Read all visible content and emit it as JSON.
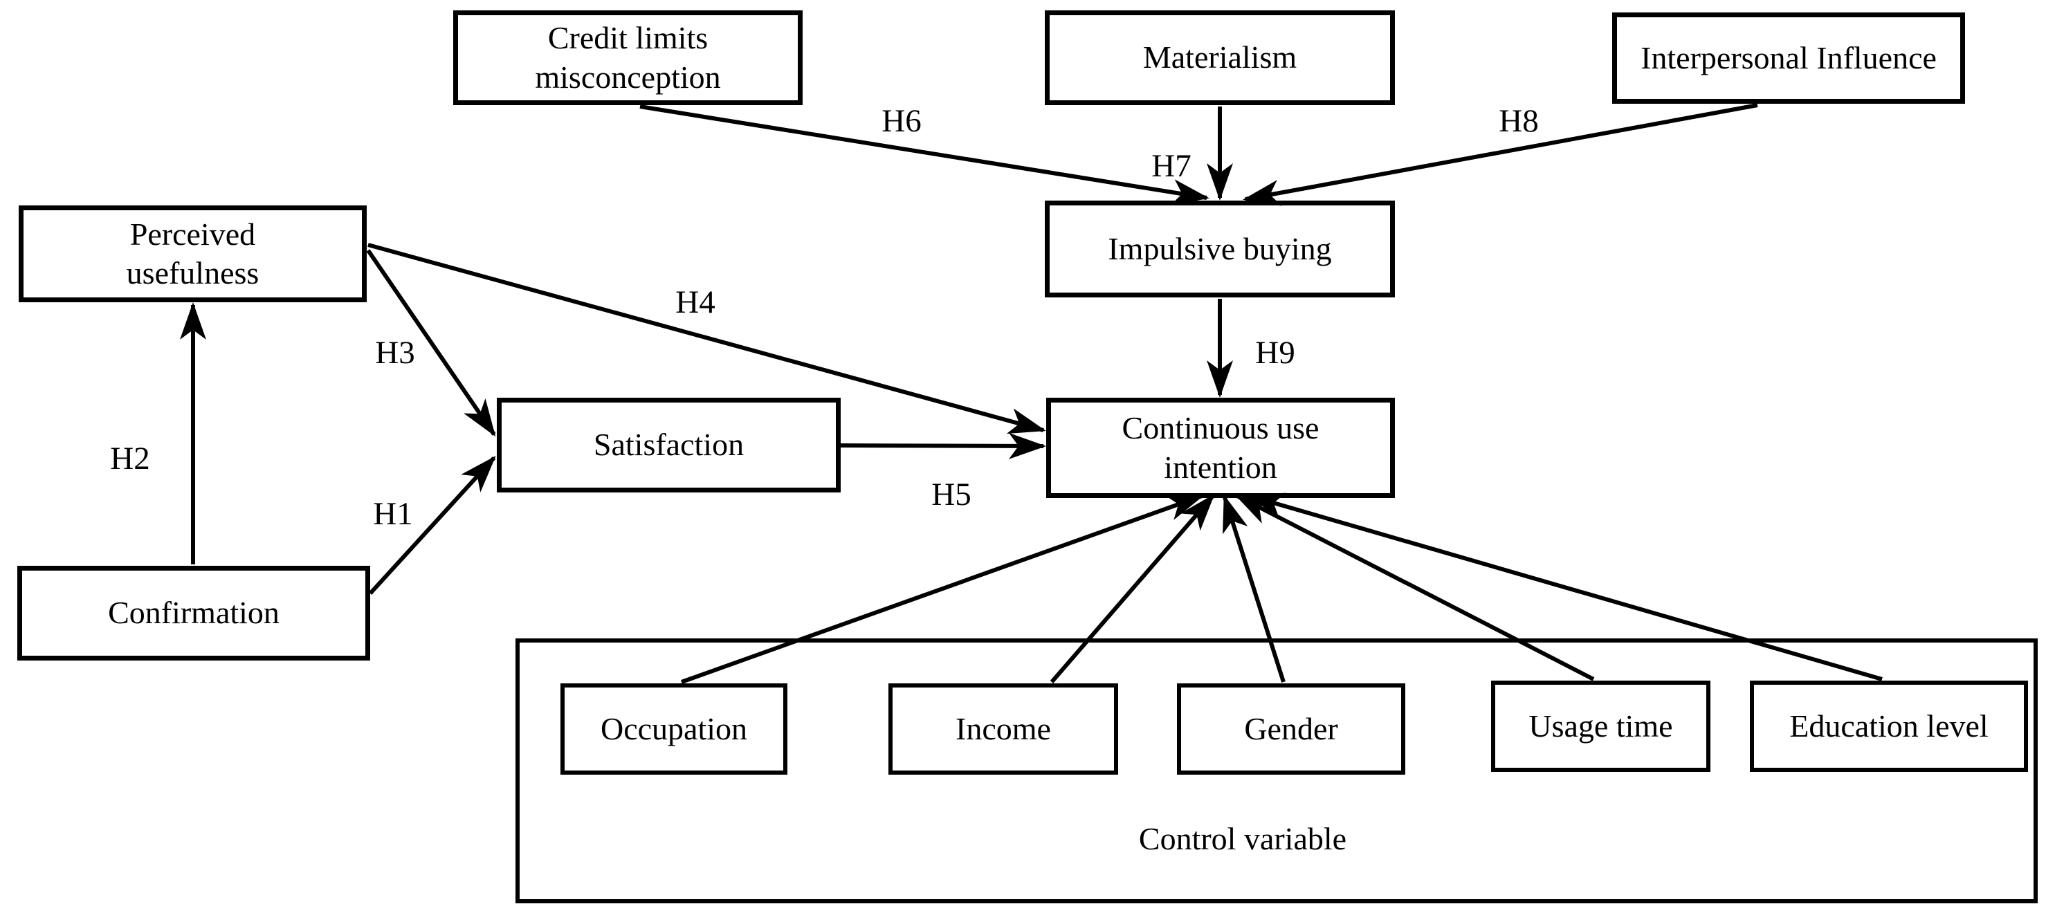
{
  "figure": {
    "type": "hypothesis-path-diagram",
    "nodes": {
      "credit_limits": {
        "label": "Credit limits\nmisconception"
      },
      "materialism": {
        "label": "Materialism"
      },
      "interpersonal_influence": {
        "label": "Interpersonal Influence"
      },
      "impulsive_buying": {
        "label": "Impulsive buying"
      },
      "perceived_usefulness": {
        "label": "Perceived\nusefulness"
      },
      "satisfaction": {
        "label": "Satisfaction"
      },
      "continuous_use_intention": {
        "label": "Continuous use\nintention"
      },
      "confirmation": {
        "label": "Confirmation"
      },
      "occupation": {
        "label": "Occupation"
      },
      "income": {
        "label": "Income"
      },
      "gender": {
        "label": "Gender"
      },
      "usage_time": {
        "label": "Usage time"
      },
      "education_level": {
        "label": "Education level"
      }
    },
    "control_group": {
      "label": "Control variable",
      "members": [
        "Occupation",
        "Income",
        "Gender",
        "Usage time",
        "Education level"
      ]
    },
    "edges": [
      {
        "label": "H1",
        "from": "Confirmation",
        "to": "Satisfaction"
      },
      {
        "label": "H2",
        "from": "Confirmation",
        "to": "Perceived usefulness"
      },
      {
        "label": "H3",
        "from": "Perceived usefulness",
        "to": "Satisfaction"
      },
      {
        "label": "H4",
        "from": "Perceived usefulness",
        "to": "Continuous use intention"
      },
      {
        "label": "H5",
        "from": "Satisfaction",
        "to": "Continuous use intention"
      },
      {
        "label": "H6",
        "from": "Credit limits misconception",
        "to": "Impulsive buying"
      },
      {
        "label": "H7",
        "from": "Materialism",
        "to": "Impulsive buying"
      },
      {
        "label": "H8",
        "from": "Interpersonal Influence",
        "to": "Impulsive buying"
      },
      {
        "label": "H9",
        "from": "Impulsive buying",
        "to": "Continuous use intention"
      },
      {
        "label": "",
        "from": "Occupation",
        "to": "Continuous use intention"
      },
      {
        "label": "",
        "from": "Income",
        "to": "Continuous use intention"
      },
      {
        "label": "",
        "from": "Gender",
        "to": "Continuous use intention"
      },
      {
        "label": "",
        "from": "Usage time",
        "to": "Continuous use intention"
      },
      {
        "label": "",
        "from": "Education level",
        "to": "Continuous use intention"
      }
    ],
    "colors": {
      "line": "#000000",
      "box_border": "#000000",
      "box_fill": "#ffffff",
      "text": "#000000"
    }
  }
}
